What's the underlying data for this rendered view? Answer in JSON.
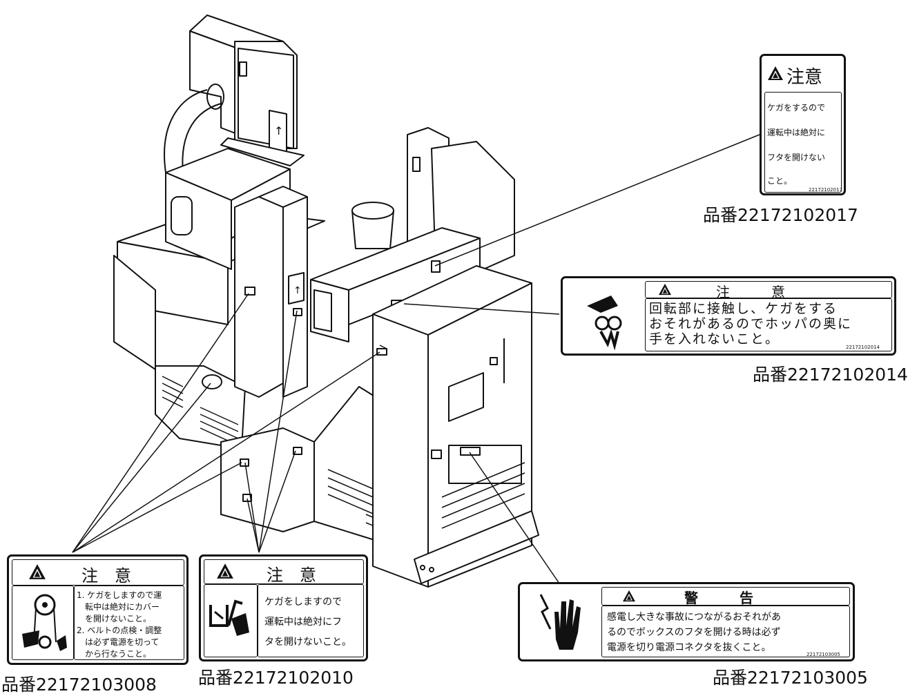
{
  "labels": {
    "top_right": {
      "title": "注意",
      "lines": [
        "ケガをするので",
        "運転中は絶対に",
        "フタを開けない",
        "こと。"
      ],
      "code": "22172102017",
      "part_number": "品番22172102017"
    },
    "mid_right": {
      "title": "注　　　意",
      "lines": [
        "回転部に接触し、ケガをする",
        "おそれがあるのでホッパの奥に",
        "手を入れないこと。"
      ],
      "code": "22172102014",
      "part_number": "品番22172102014"
    },
    "bottom_left": {
      "title": "注　意",
      "lines": [
        "1. ケガをしますので運",
        "　転中は絶対にカバー",
        "　を開けないこと。",
        "2. ベルトの点検・調整",
        "　は必ず電源を切って",
        "　から行なうこと。"
      ],
      "part_number": "品番22172103008"
    },
    "bottom_center": {
      "title": "注　意",
      "lines": [
        "ケガをしますので",
        "運転中は絶対にフ",
        "タを開けないこと。"
      ],
      "part_number": "品番22172102010"
    },
    "bottom_right": {
      "title": "警　　　告",
      "lines": [
        "感電し大きな事故につながるおそれがあ",
        "るのでボックスのフタを開ける時は必ず",
        "電源を切り電源コネクタを抜くこと。"
      ],
      "code": "22172103005",
      "part_number": "品番22172103005"
    }
  },
  "icons": {
    "warning_triangle": "warning-triangle-icon",
    "rotating_hand": "hand-caught-in-rotor-icon",
    "belt_hand": "hand-caught-in-belt-icon",
    "lid_hand": "hand-caught-in-lid-icon",
    "electric_shock": "electric-shock-hand-icon"
  }
}
